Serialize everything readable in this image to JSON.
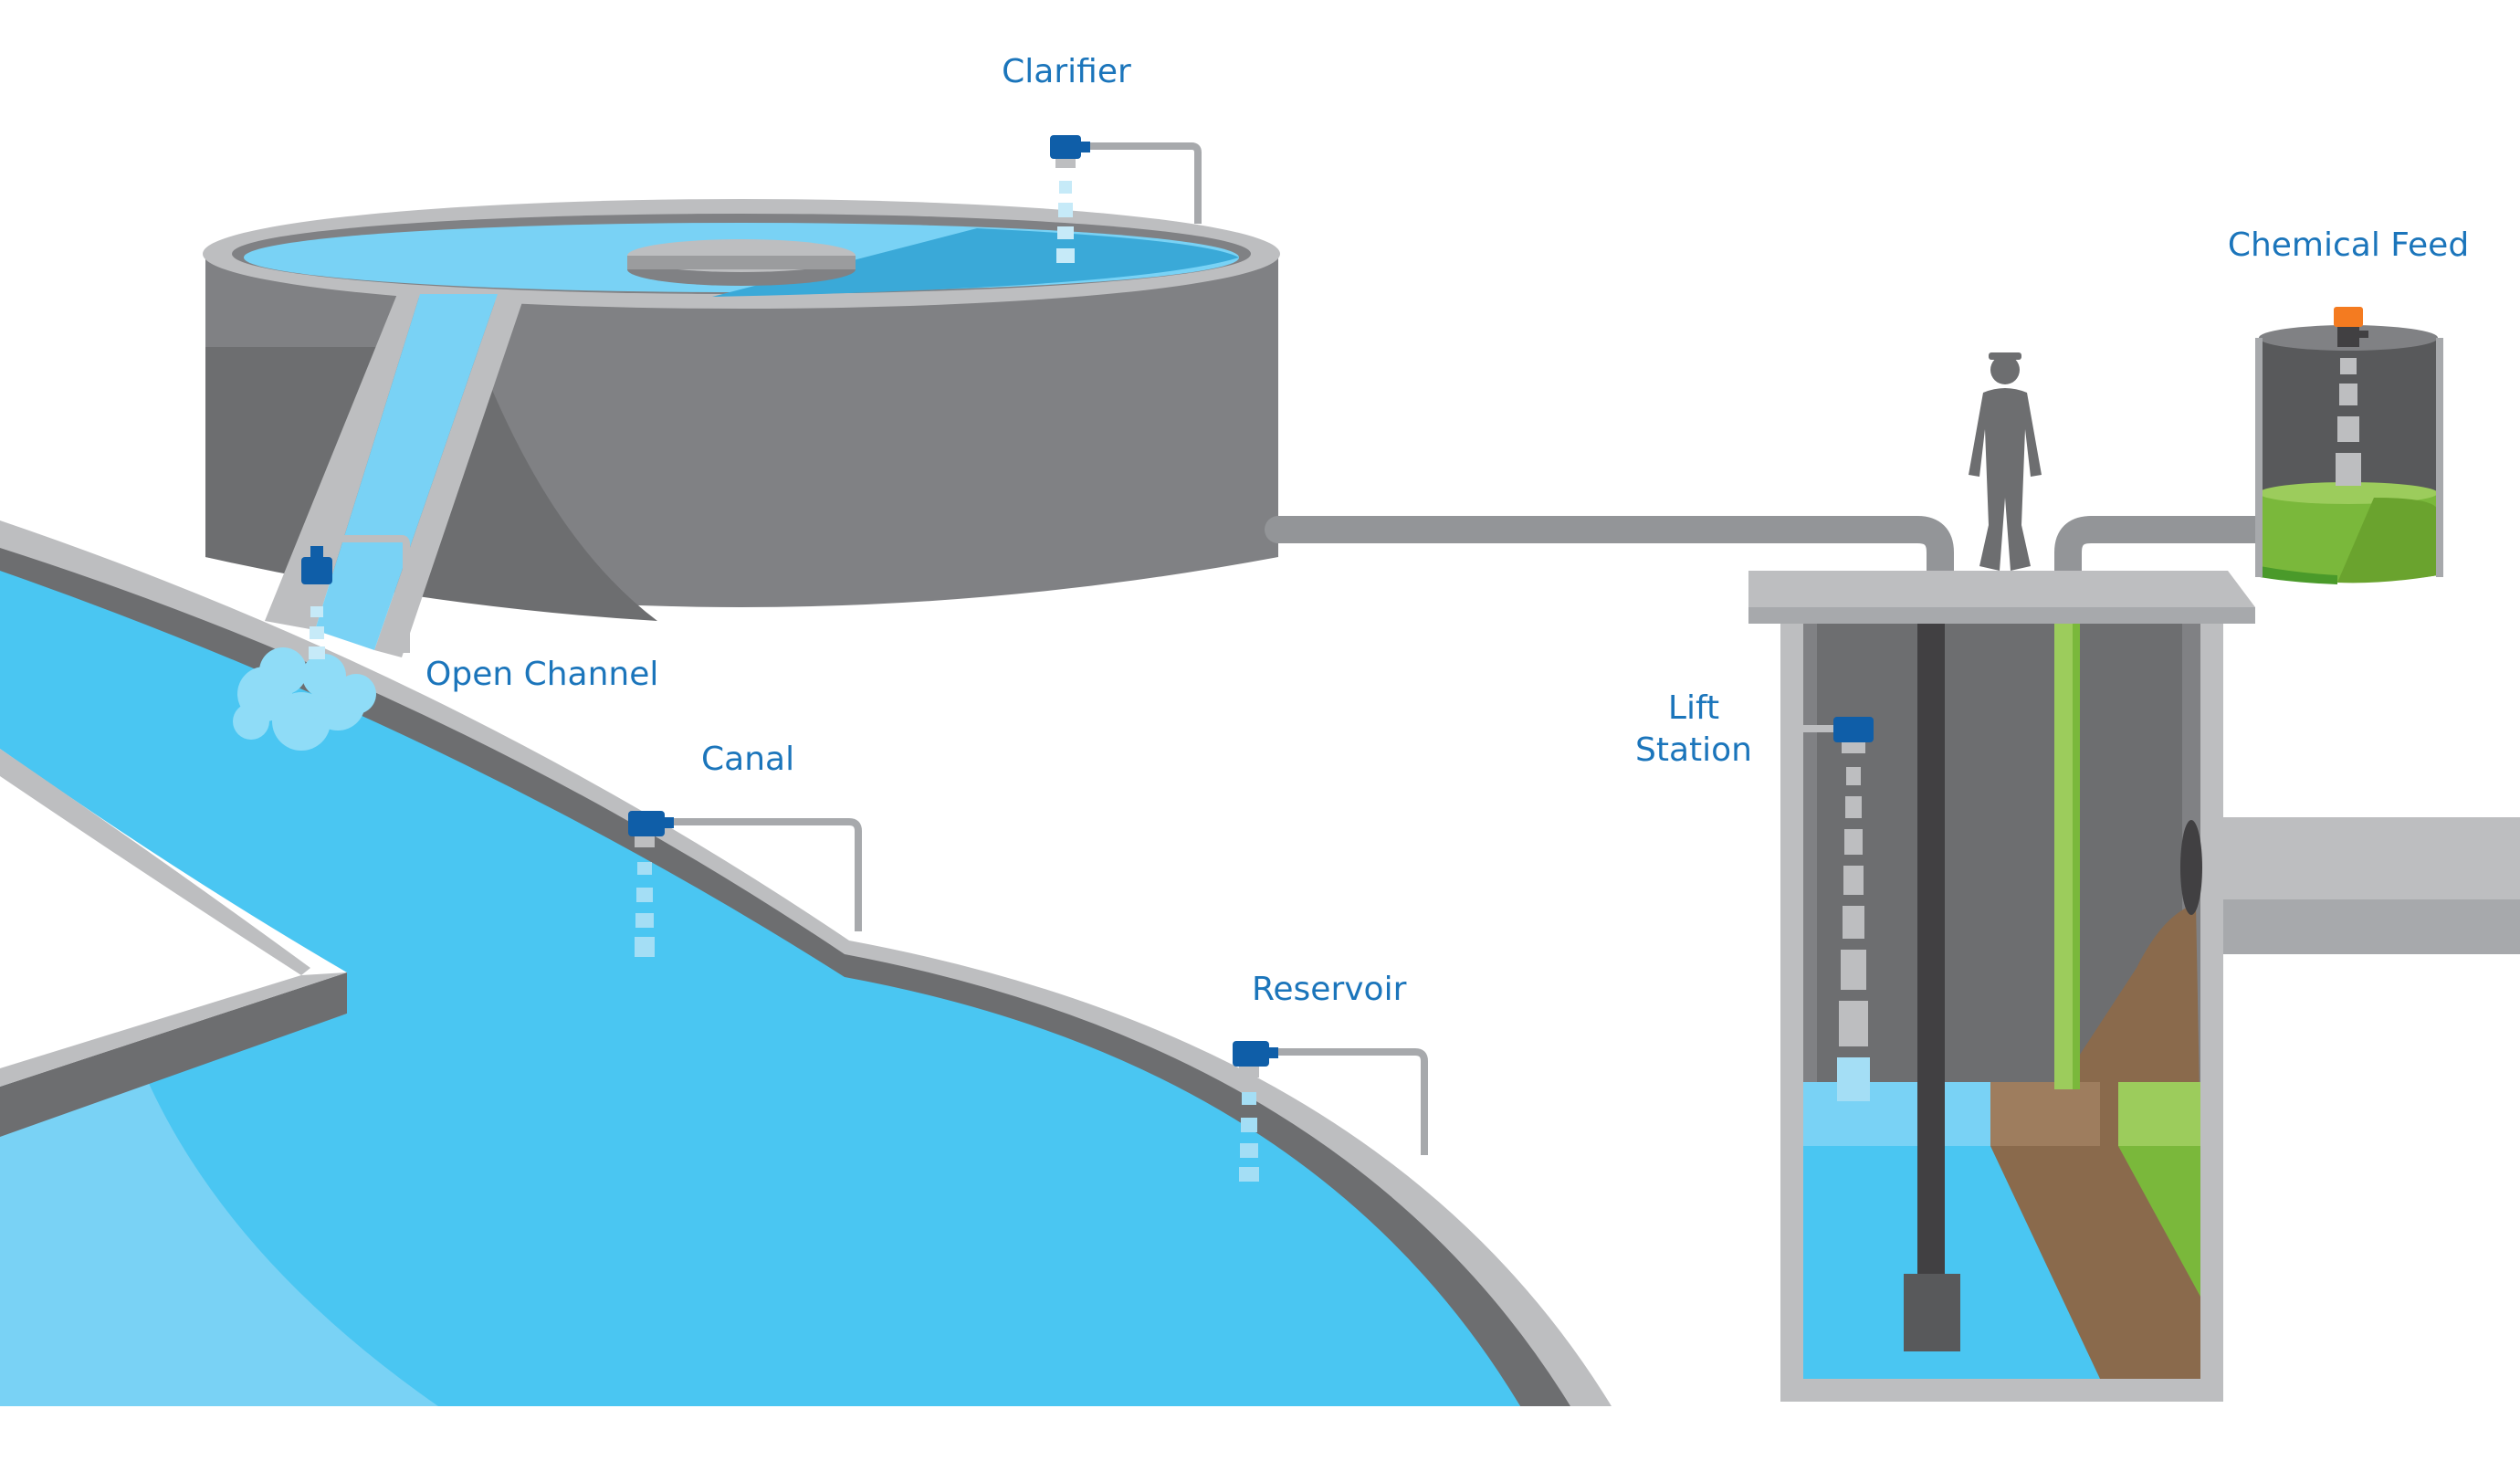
{
  "labels": {
    "clarifier": "Clarifier",
    "chemical_feed": "Chemical Feed",
    "open_channel": "Open Channel",
    "canal": "Canal",
    "reservoir": "Reservoir",
    "lift_station_line1": "Lift",
    "lift_station_line2": "Station"
  },
  "colors": {
    "label_text": "#1b75bb",
    "water": "#4ac6f2",
    "water_light": "#79d2f5",
    "water_dark": "#3aa9d8",
    "concrete_dark": "#6d6e70",
    "concrete_mid": "#808184",
    "concrete_light": "#bdbec0",
    "sensor_body": "#0f5ea8",
    "chemical_sensor": "#f47b20",
    "chemical_liquid": "#7ab83b",
    "sewage": "#8a6a4c",
    "person": "#6d6e70"
  },
  "sensors": [
    {
      "name": "clarifier-sensor",
      "label": "Clarifier"
    },
    {
      "name": "open-channel-sensor",
      "label": "Open Channel"
    },
    {
      "name": "canal-sensor",
      "label": "Canal"
    },
    {
      "name": "reservoir-sensor",
      "label": "Reservoir"
    },
    {
      "name": "lift-station-sensor",
      "label": "Lift Station"
    },
    {
      "name": "chemical-feed-sensor",
      "label": "Chemical Feed"
    }
  ]
}
